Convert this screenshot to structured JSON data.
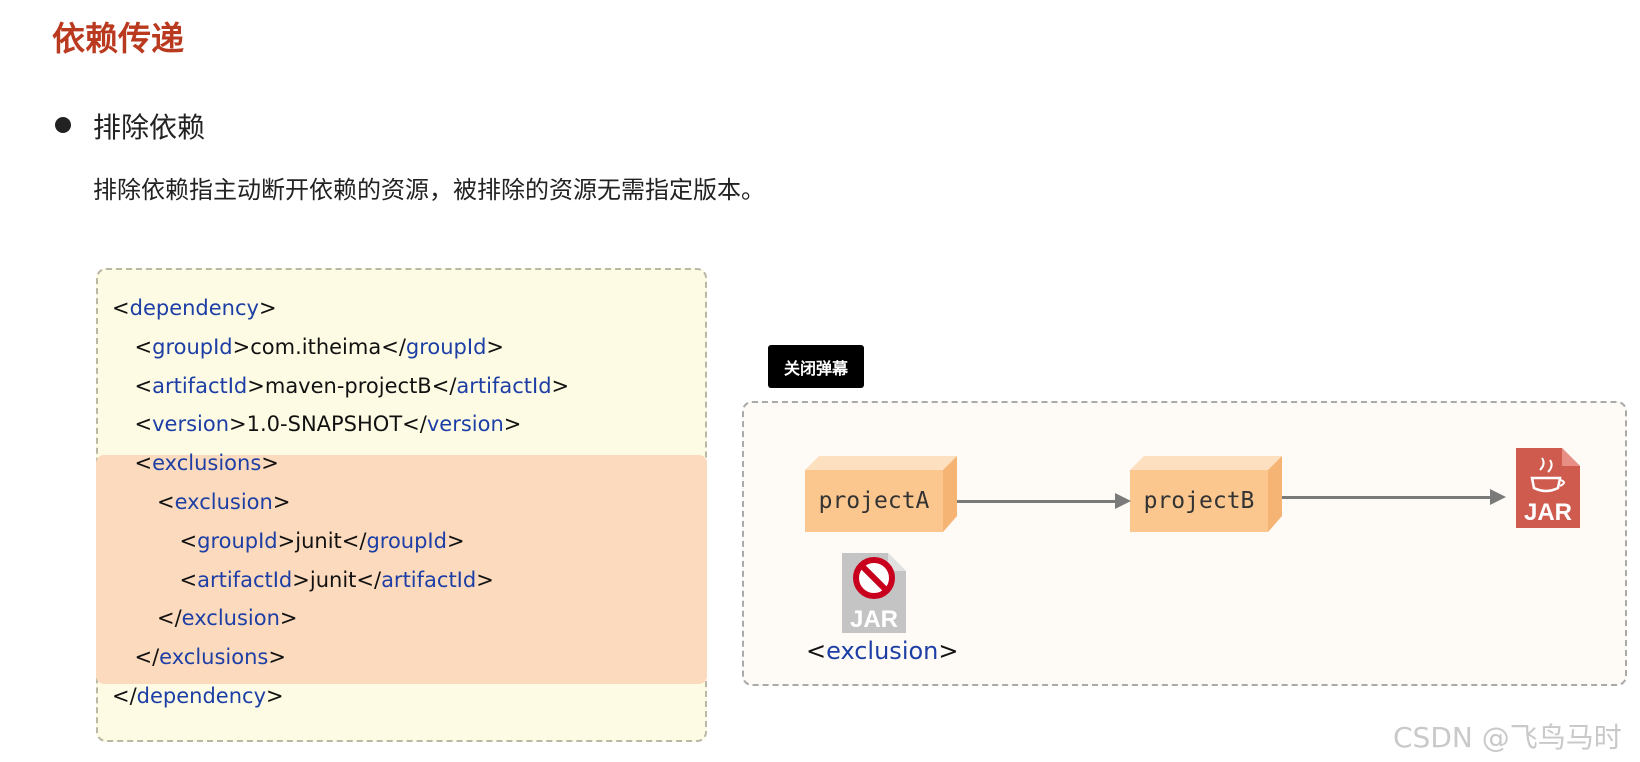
{
  "slide": {
    "title": "依赖传递",
    "bullet": "排除依赖",
    "description": "排除依赖指主动断开依赖的资源，被排除的资源无需指定版本。"
  },
  "code": {
    "lines": [
      {
        "indent": 0,
        "lt": "<",
        "tag": "dependency",
        "gt": ">"
      },
      {
        "indent": 1,
        "lt": "<",
        "tag": "groupId",
        "gt": ">",
        "value": "com.itheima",
        "close_lt": "</",
        "close_tag": "groupId",
        "close_gt": ">"
      },
      {
        "indent": 1,
        "lt": "<",
        "tag": "artifactId",
        "gt": ">",
        "value": "maven-projectB",
        "close_lt": "</",
        "close_tag": "artifactId",
        "close_gt": ">"
      },
      {
        "indent": 1,
        "lt": "<",
        "tag": "version",
        "gt": ">",
        "value": "1.0-SNAPSHOT",
        "close_lt": "</",
        "close_tag": "version",
        "close_gt": ">"
      },
      {
        "indent": 1,
        "lt": "<",
        "tag": "exclusions",
        "gt": ">"
      },
      {
        "indent": 2,
        "lt": "<",
        "tag": "exclusion",
        "gt": ">"
      },
      {
        "indent": 3,
        "lt": "<",
        "tag": "groupId",
        "gt": ">",
        "value": "junit",
        "close_lt": "</",
        "close_tag": "groupId",
        "close_gt": ">"
      },
      {
        "indent": 3,
        "lt": "<",
        "tag": "artifactId",
        "gt": ">",
        "value": "junit",
        "close_lt": "</",
        "close_tag": "artifactId",
        "close_gt": ">"
      },
      {
        "indent": 2,
        "lt": "</",
        "tag": "exclusion",
        "gt": ">"
      },
      {
        "indent": 1,
        "lt": "</",
        "tag": "exclusions",
        "gt": ">"
      },
      {
        "indent": 0,
        "lt": "</",
        "tag": "dependency",
        "gt": ">"
      }
    ],
    "tag_color": "#1d3fa5",
    "highlight_color": "#fcdabd",
    "box_color": "#fefbe4"
  },
  "danmaku": {
    "label": "关闭弹幕"
  },
  "diagram": {
    "project_a": "projectA",
    "project_b": "projectB",
    "jar_label": "JAR",
    "excluded_jar_label": "JAR",
    "exclusion": {
      "lt": "<",
      "tag": "exclusion",
      "gt": ">"
    },
    "box_color": "#fbc78f",
    "jar_color": "#cf5b4f"
  },
  "watermark": "CSDN @飞鸟马时"
}
